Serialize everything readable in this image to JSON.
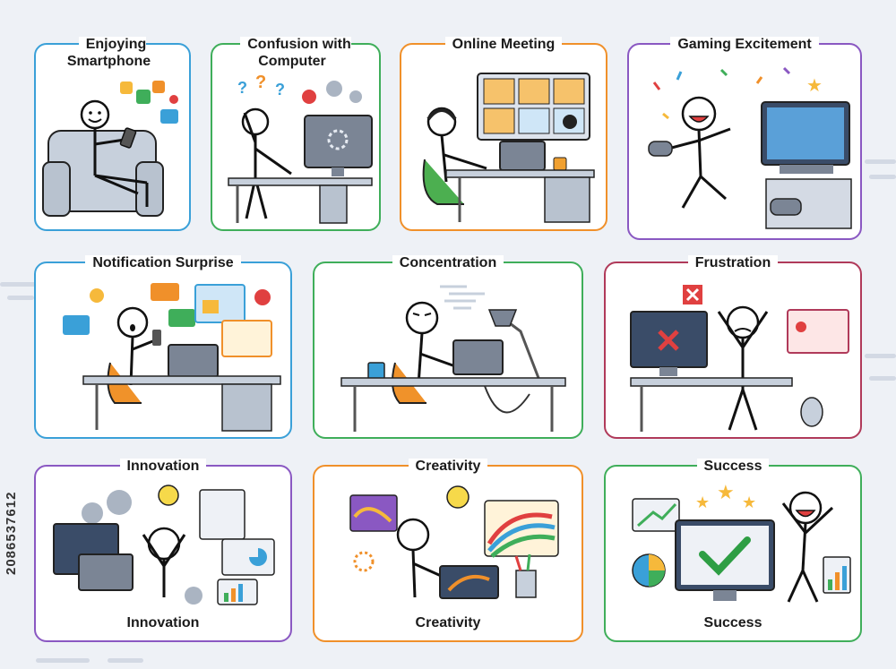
{
  "cards": [
    {
      "title": "Enjoying\nSmartphone",
      "border": "#3aa0d8"
    },
    {
      "title": "Confusion with\nComputer",
      "border": "#3fae5a"
    },
    {
      "title": "Online Meeting",
      "border": "#f0902a"
    },
    {
      "title": "Gaming Excitement",
      "border": "#8a58c2"
    },
    {
      "title": "Notification Surprise",
      "border": "#3aa0d8"
    },
    {
      "title": "Concentration",
      "border": "#3fae5a"
    },
    {
      "title": "Frustration",
      "border": "#b03a5a"
    },
    {
      "title": "Innovation",
      "caption": "Innovation",
      "border": "#8a58c2"
    },
    {
      "title": "Creativity",
      "caption": "Creativity",
      "border": "#f0902a"
    },
    {
      "title": "Success",
      "caption": "Success",
      "border": "#3fae5a"
    }
  ],
  "watermark": "2086537612",
  "colors": {
    "background": "#eef1f6",
    "screen": "#7b8595",
    "desk": "#b8c2cf",
    "chair_green": "#4caf50",
    "chair_orange": "#f0922a",
    "check": "#2e9e44",
    "error": "#e04040"
  }
}
